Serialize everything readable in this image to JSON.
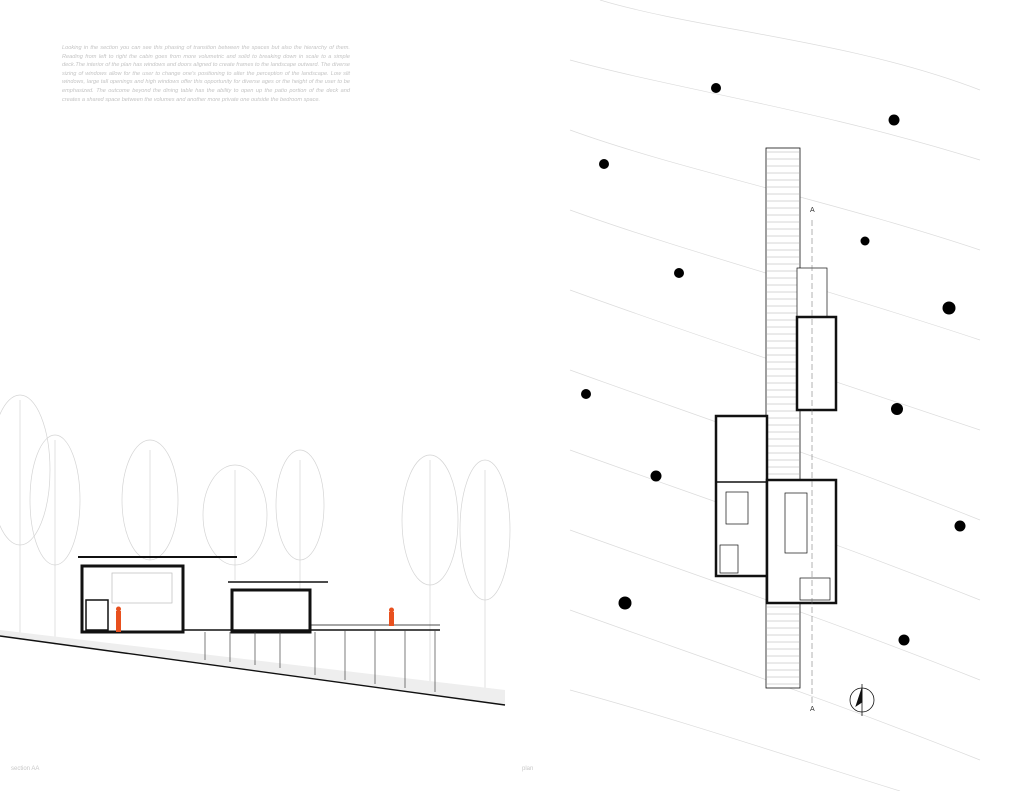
{
  "description_text": "Looking in the section you can see this phasing of transition between the spaces but also the hierarchy of them. Reading from left to right the cabin goes from more volumetric and solid to breaking down in scale to a simple deck.The interior of the plan has windows and doors aligned to create frames to the landscape outward. The diverse sizing of windows allow for the user to change one's positioning to alter the perception of the landscape. Low slit windows, large tall openings and high windows offer this opportunity for diverse ages or the height of the user to be emphasized. The outcome beyond the dining table has the ability to open up the patio portion of the deck and creates a shared space between the volumes and another more private one outside the bedroom space.",
  "captions": {
    "section": "section AA",
    "plan": "plan"
  },
  "section_marks": {
    "top": "A",
    "bottom": "A"
  },
  "colors": {
    "figure": "#e8501e",
    "text": "#c4c4c4",
    "line": "#111111"
  }
}
